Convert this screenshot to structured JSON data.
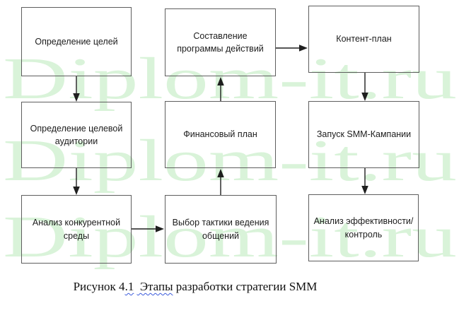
{
  "watermark": {
    "text": "Diplom-it.ru",
    "color": "#d9f3d9"
  },
  "diagram": {
    "boxes": [
      {
        "id": "goals",
        "label": "Определение целей"
      },
      {
        "id": "audience",
        "label": "Определение целевой\nаудитории"
      },
      {
        "id": "competitors",
        "label": "Анализ конкурентной\nсреды"
      },
      {
        "id": "program",
        "label": "Составление\nпрограммы действий"
      },
      {
        "id": "finance",
        "label": "Финансовый план"
      },
      {
        "id": "tactics",
        "label": "Выбор тактики ведения\nобщений"
      },
      {
        "id": "content",
        "label": "Контент-план"
      },
      {
        "id": "launch",
        "label": "Запуск SMM-Кампании"
      },
      {
        "id": "analysis",
        "label": "Анализ эффективности/\nконтроль"
      }
    ],
    "edges": [
      {
        "from": "goals",
        "to": "audience",
        "direction": "down"
      },
      {
        "from": "audience",
        "to": "competitors",
        "direction": "down"
      },
      {
        "from": "competitors",
        "to": "tactics",
        "direction": "right"
      },
      {
        "from": "tactics",
        "to": "finance",
        "direction": "up"
      },
      {
        "from": "finance",
        "to": "program",
        "direction": "up"
      },
      {
        "from": "program",
        "to": "content",
        "direction": "right"
      },
      {
        "from": "content",
        "to": "launch",
        "direction": "down"
      },
      {
        "from": "launch",
        "to": "analysis",
        "direction": "down"
      }
    ],
    "border_color": "#5e5e5e",
    "arrow_color": "#1f1f1f"
  },
  "caption": {
    "prefix": "Рисунок 4",
    "num": ".1",
    "gap": " ",
    "word": " Этапы",
    "suffix": " разработки стратегии SMM"
  }
}
